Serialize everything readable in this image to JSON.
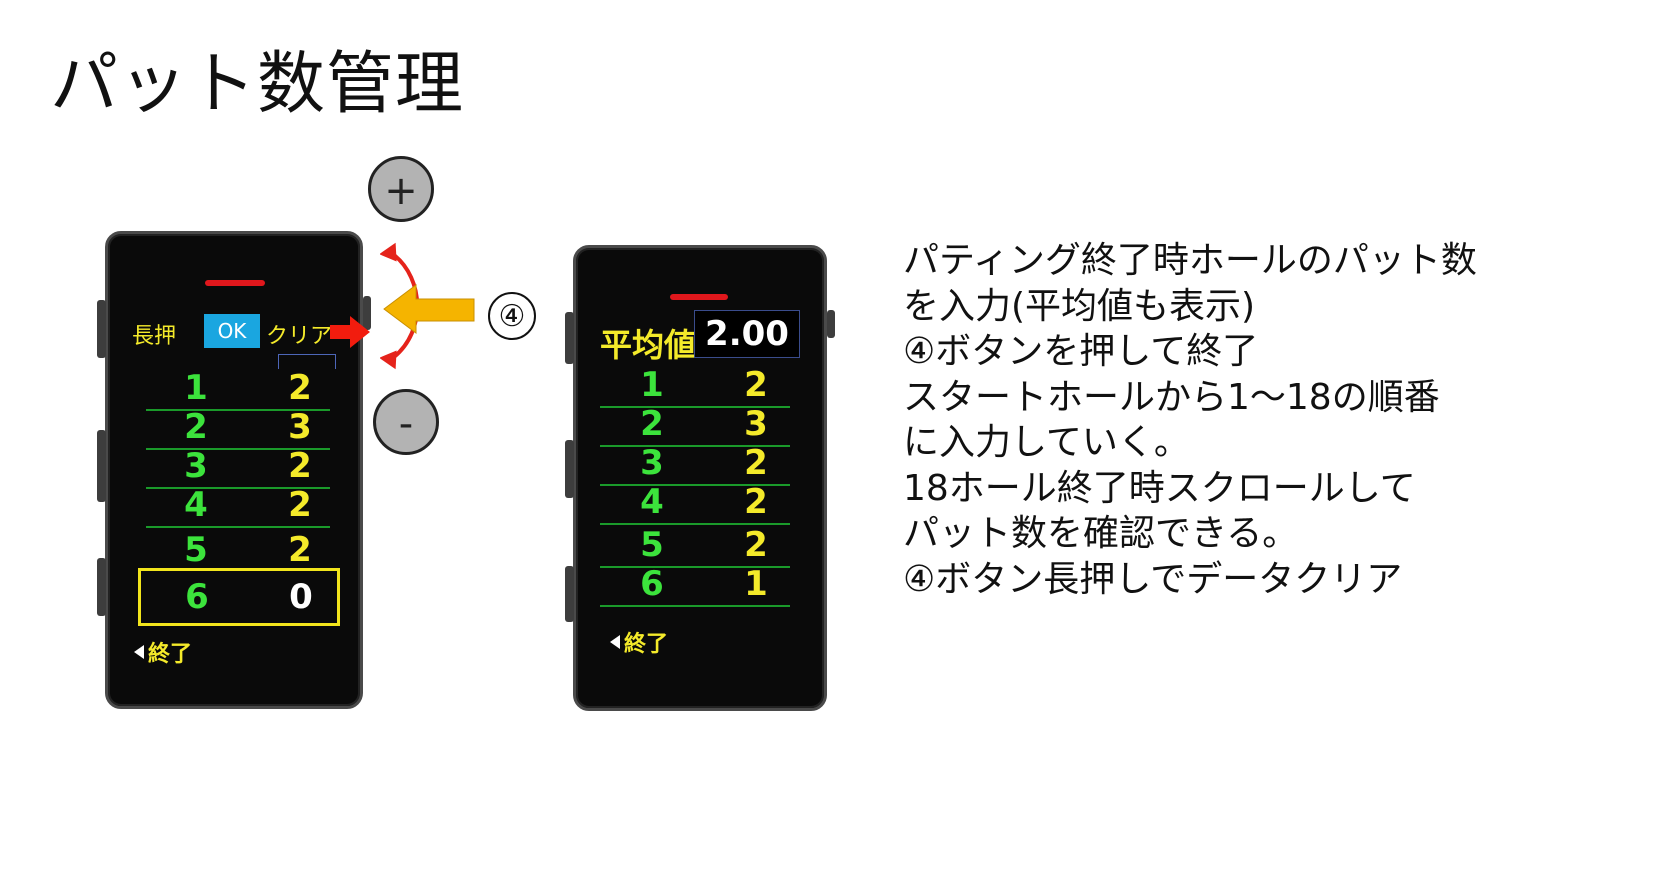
{
  "page_title": "パット数管理",
  "controls": {
    "plus_label": "+",
    "minus_label": "-",
    "button_number_label": "④"
  },
  "device_input": {
    "top_bar": {
      "long_press_label": "長押",
      "ok_label": "OK",
      "clear_label": "クリア"
    },
    "rows": [
      {
        "hole": "1",
        "putts": "2"
      },
      {
        "hole": "2",
        "putts": "3"
      },
      {
        "hole": "3",
        "putts": "2"
      },
      {
        "hole": "4",
        "putts": "2"
      },
      {
        "hole": "5",
        "putts": "2"
      },
      {
        "hole": "6",
        "putts": "0"
      }
    ],
    "exit_label": "終了"
  },
  "device_result": {
    "average_label": "平均値",
    "average_value": "2.00",
    "rows": [
      {
        "hole": "1",
        "putts": "2"
      },
      {
        "hole": "2",
        "putts": "3"
      },
      {
        "hole": "3",
        "putts": "2"
      },
      {
        "hole": "4",
        "putts": "2"
      },
      {
        "hole": "5",
        "putts": "2"
      },
      {
        "hole": "6",
        "putts": "1"
      }
    ],
    "exit_label": "終了"
  },
  "description": {
    "lines": [
      "パティング終了時ホールのパット数",
      "を入力(平均値も表示)",
      "④ボタンを押して終了",
      "スタートホールから1～18の順番",
      "に入力していく。",
      "18ホール終了時スクロールして",
      "パット数を確認できる。",
      "④ボタン長押しでデータクリア"
    ]
  },
  "colors": {
    "hole_number": "#3ce33c",
    "putt_value": "#f4ea2a",
    "ok_button": "#1aa6e0",
    "speaker": "#e0171c",
    "orange_arrow": "#f5b400",
    "current_frame": "#f2e51c"
  }
}
